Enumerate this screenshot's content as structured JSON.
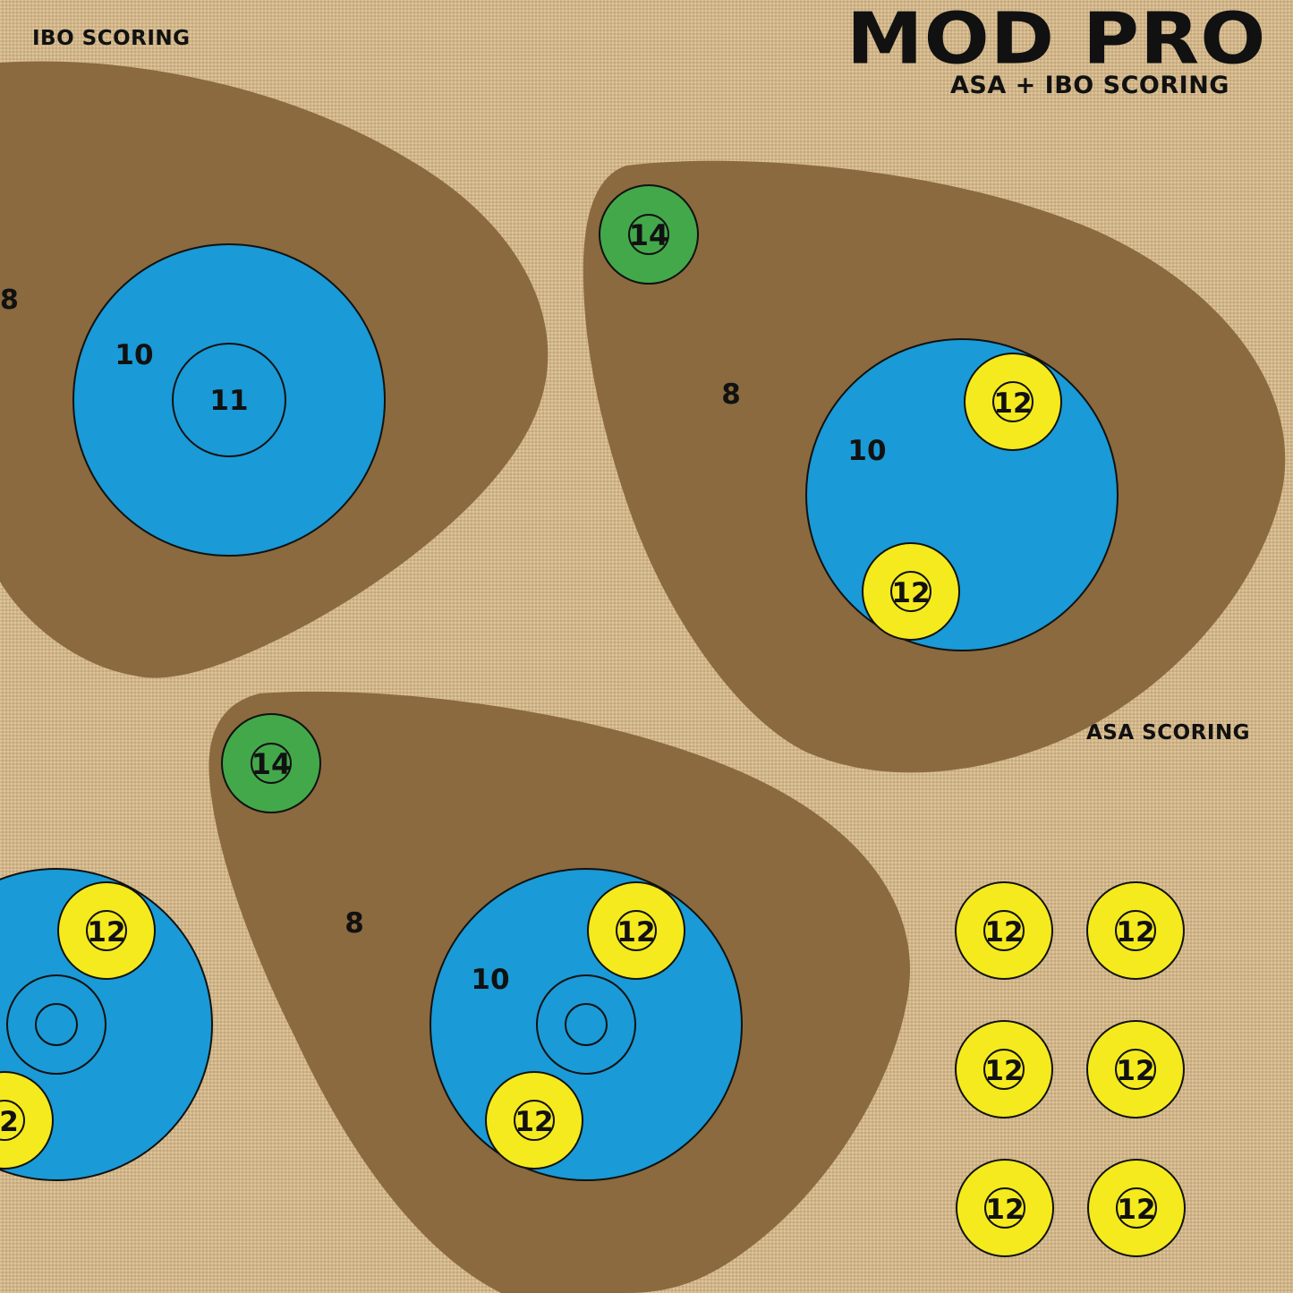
{
  "brand": {
    "title": "MOD PRO",
    "subtitle": "ASA + IBO SCORING"
  },
  "labels": {
    "ibo": "IBO SCORING",
    "asa": "ASA SCORING"
  },
  "colors": {
    "background": "#d9bb8a",
    "vital": "#8a6a3e",
    "kill_zone": "#1a9ad6",
    "twelve_ring": "#f4ea1e",
    "fourteen_ring": "#43a84a",
    "outline": "#111111"
  },
  "targets": {
    "left_top": {
      "partial_8": "8",
      "ten": "10",
      "eleven": "11"
    },
    "right_top": {
      "eight": "8",
      "ten": "10",
      "fourteen": "14",
      "twelve_a": "12",
      "twelve_b": "12"
    },
    "middle_bottom": {
      "eight": "8",
      "ten": "10",
      "fourteen": "14",
      "twelve_a": "12",
      "twelve_b": "12"
    },
    "left_bottom": {
      "twelve_a": "12",
      "twelve_b": "2"
    }
  },
  "spares": [
    "12",
    "12",
    "12",
    "12",
    "12",
    "12"
  ]
}
